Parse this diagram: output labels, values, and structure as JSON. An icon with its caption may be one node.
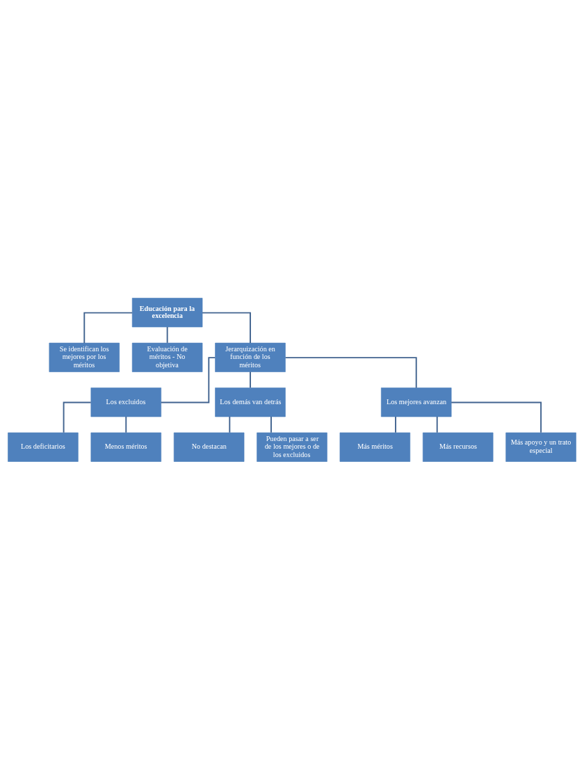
{
  "diagram": {
    "nodes": [
      {
        "text": [
          "Educación para la excelencia"
        ]
      },
      {
        "text": [
          "Se identifican los mejores por los méritos"
        ]
      },
      {
        "text": [
          "Evaluación de méritos - No objetiva"
        ]
      },
      {
        "text": [
          "Jerarquización en función de los méritos"
        ]
      },
      {
        "text": [
          "Los excluidos"
        ]
      },
      {
        "text": [
          "Los demás van detrás"
        ]
      },
      {
        "text": [
          "Los mejores avanzan"
        ]
      },
      {
        "text": [
          "Los deficitarios"
        ]
      },
      {
        "text": [
          "Menos méritos"
        ]
      },
      {
        "text": [
          "No destacan"
        ]
      },
      {
        "text": [
          "Pueden pasar a ser de los mejores o de los excluidos"
        ]
      },
      {
        "text": [
          "Más méritos"
        ]
      },
      {
        "text": [
          "Más recursos"
        ]
      },
      {
        "text": [
          "Más apoyo y un trato especial"
        ]
      }
    ],
    "edges": [
      {
        "from": 0,
        "to": 1,
        "arrow": "none"
      },
      {
        "from": 0,
        "to": 2,
        "arrow": "none"
      },
      {
        "from": 0,
        "to": 3,
        "arrow": "none"
      },
      {
        "from": 3,
        "to": 4,
        "arrow": "none"
      },
      {
        "from": 3,
        "to": 5,
        "arrow": "none"
      },
      {
        "from": 3,
        "to": 6,
        "arrow": "none"
      },
      {
        "from": 4,
        "to": 7,
        "arrow": "none"
      },
      {
        "from": 4,
        "to": 8,
        "arrow": "none"
      },
      {
        "from": 5,
        "to": 9,
        "arrow": "none"
      },
      {
        "from": 5,
        "to": 10,
        "arrow": "none"
      },
      {
        "from": 6,
        "to": 11,
        "arrow": "none"
      },
      {
        "from": 6,
        "to": 12,
        "arrow": "none"
      },
      {
        "from": 6,
        "to": 13,
        "arrow": "none"
      }
    ]
  }
}
